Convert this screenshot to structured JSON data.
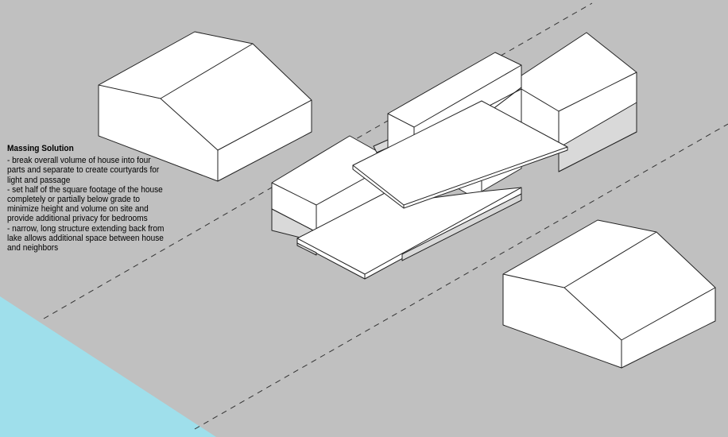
{
  "notes": {
    "title": "Massing Solution",
    "items": [
      "- break overall volume of house into four parts and separate to create courtyards for light and passage",
      "- set half of the square footage of the house completely or partially below grade to minimize height and volume on site and provide additional privacy for bedrooms",
      "- narrow, long structure extending back from lake allows additional space between house and neighbors"
    ]
  },
  "colors": {
    "ground": "#c0c0c0",
    "lake": "#9fdfeb",
    "building_fill": "#ffffff",
    "line": "#222222",
    "below_grade_shade": "#d9d9d9"
  }
}
